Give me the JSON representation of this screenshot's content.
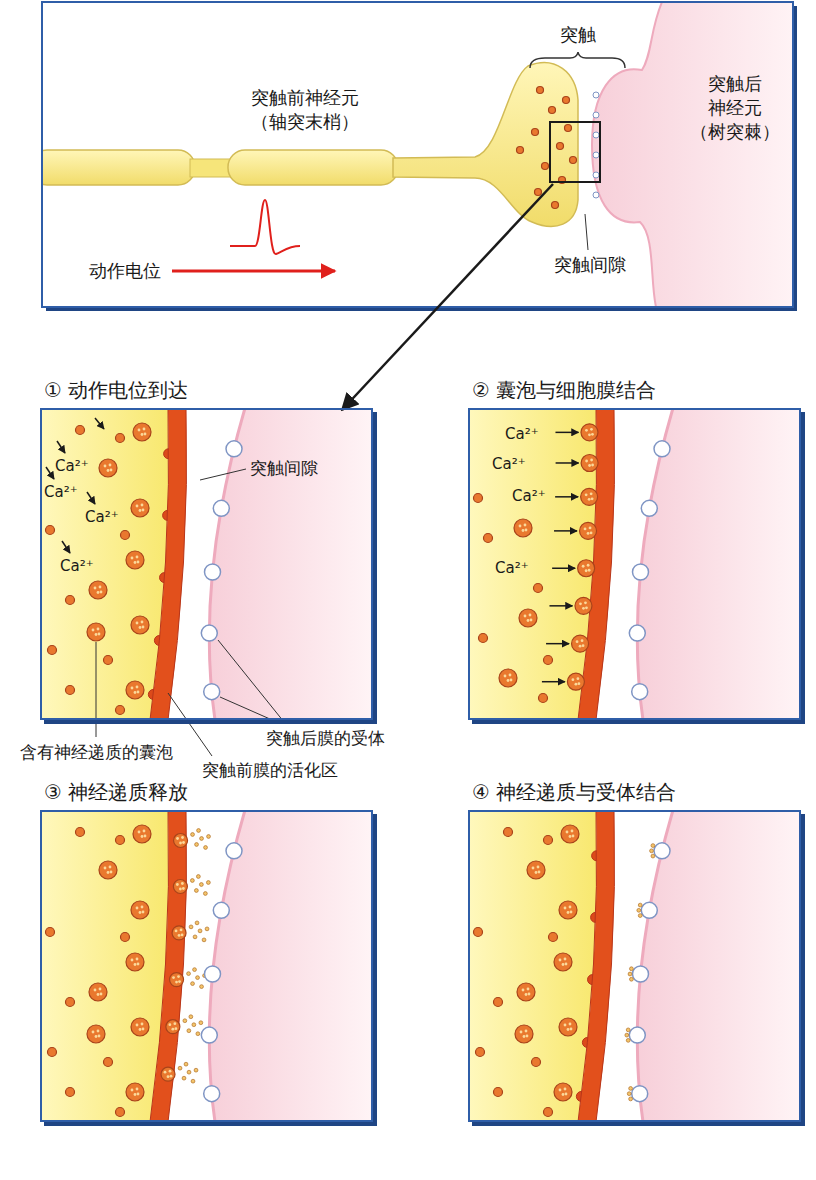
{
  "diagram": {
    "nodes": [
      {
        "text": [
          "① 动作电位到达"
        ]
      },
      {
        "text": [
          "② 囊泡与细胞膜结合"
        ]
      },
      {
        "text": [
          "③ 神经递质释放"
        ]
      },
      {
        "text": [
          "④ 神经递质与受体结合"
        ]
      }
    ],
    "labels": [
      "突触",
      "突触后 神经元 （树突棘）",
      "突触前神经元 （轴突末梢）",
      "突触间隙",
      "动作电位",
      "Ca²⁺",
      "Ca²⁺",
      "Ca²⁺",
      "Ca²⁺",
      "突触间隙",
      "含有神经递质的囊泡",
      "突触后膜的受体",
      "突触前膜的活化区",
      "Ca²⁺",
      "Ca²⁺",
      "Ca²⁺",
      "Ca²⁺"
    ]
  }
}
